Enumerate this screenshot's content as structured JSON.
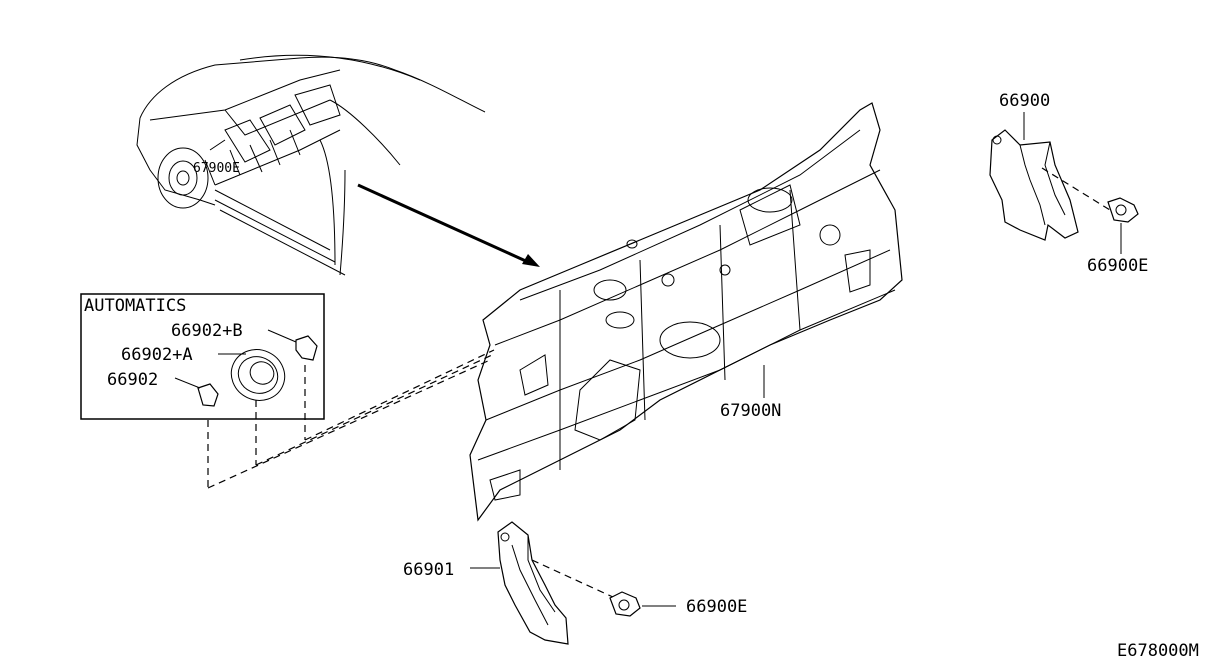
{
  "diagram": {
    "box_title": "AUTOMATICS",
    "part_labels": {
      "p66900": "66900",
      "p66900E_top": "66900E",
      "p67900N": "67900N",
      "p66902B": "66902+B",
      "p66902A": "66902+A",
      "p66902": "66902",
      "p66901": "66901",
      "p66900E_bottom": "66900E"
    },
    "figure_code": "E678000M"
  }
}
